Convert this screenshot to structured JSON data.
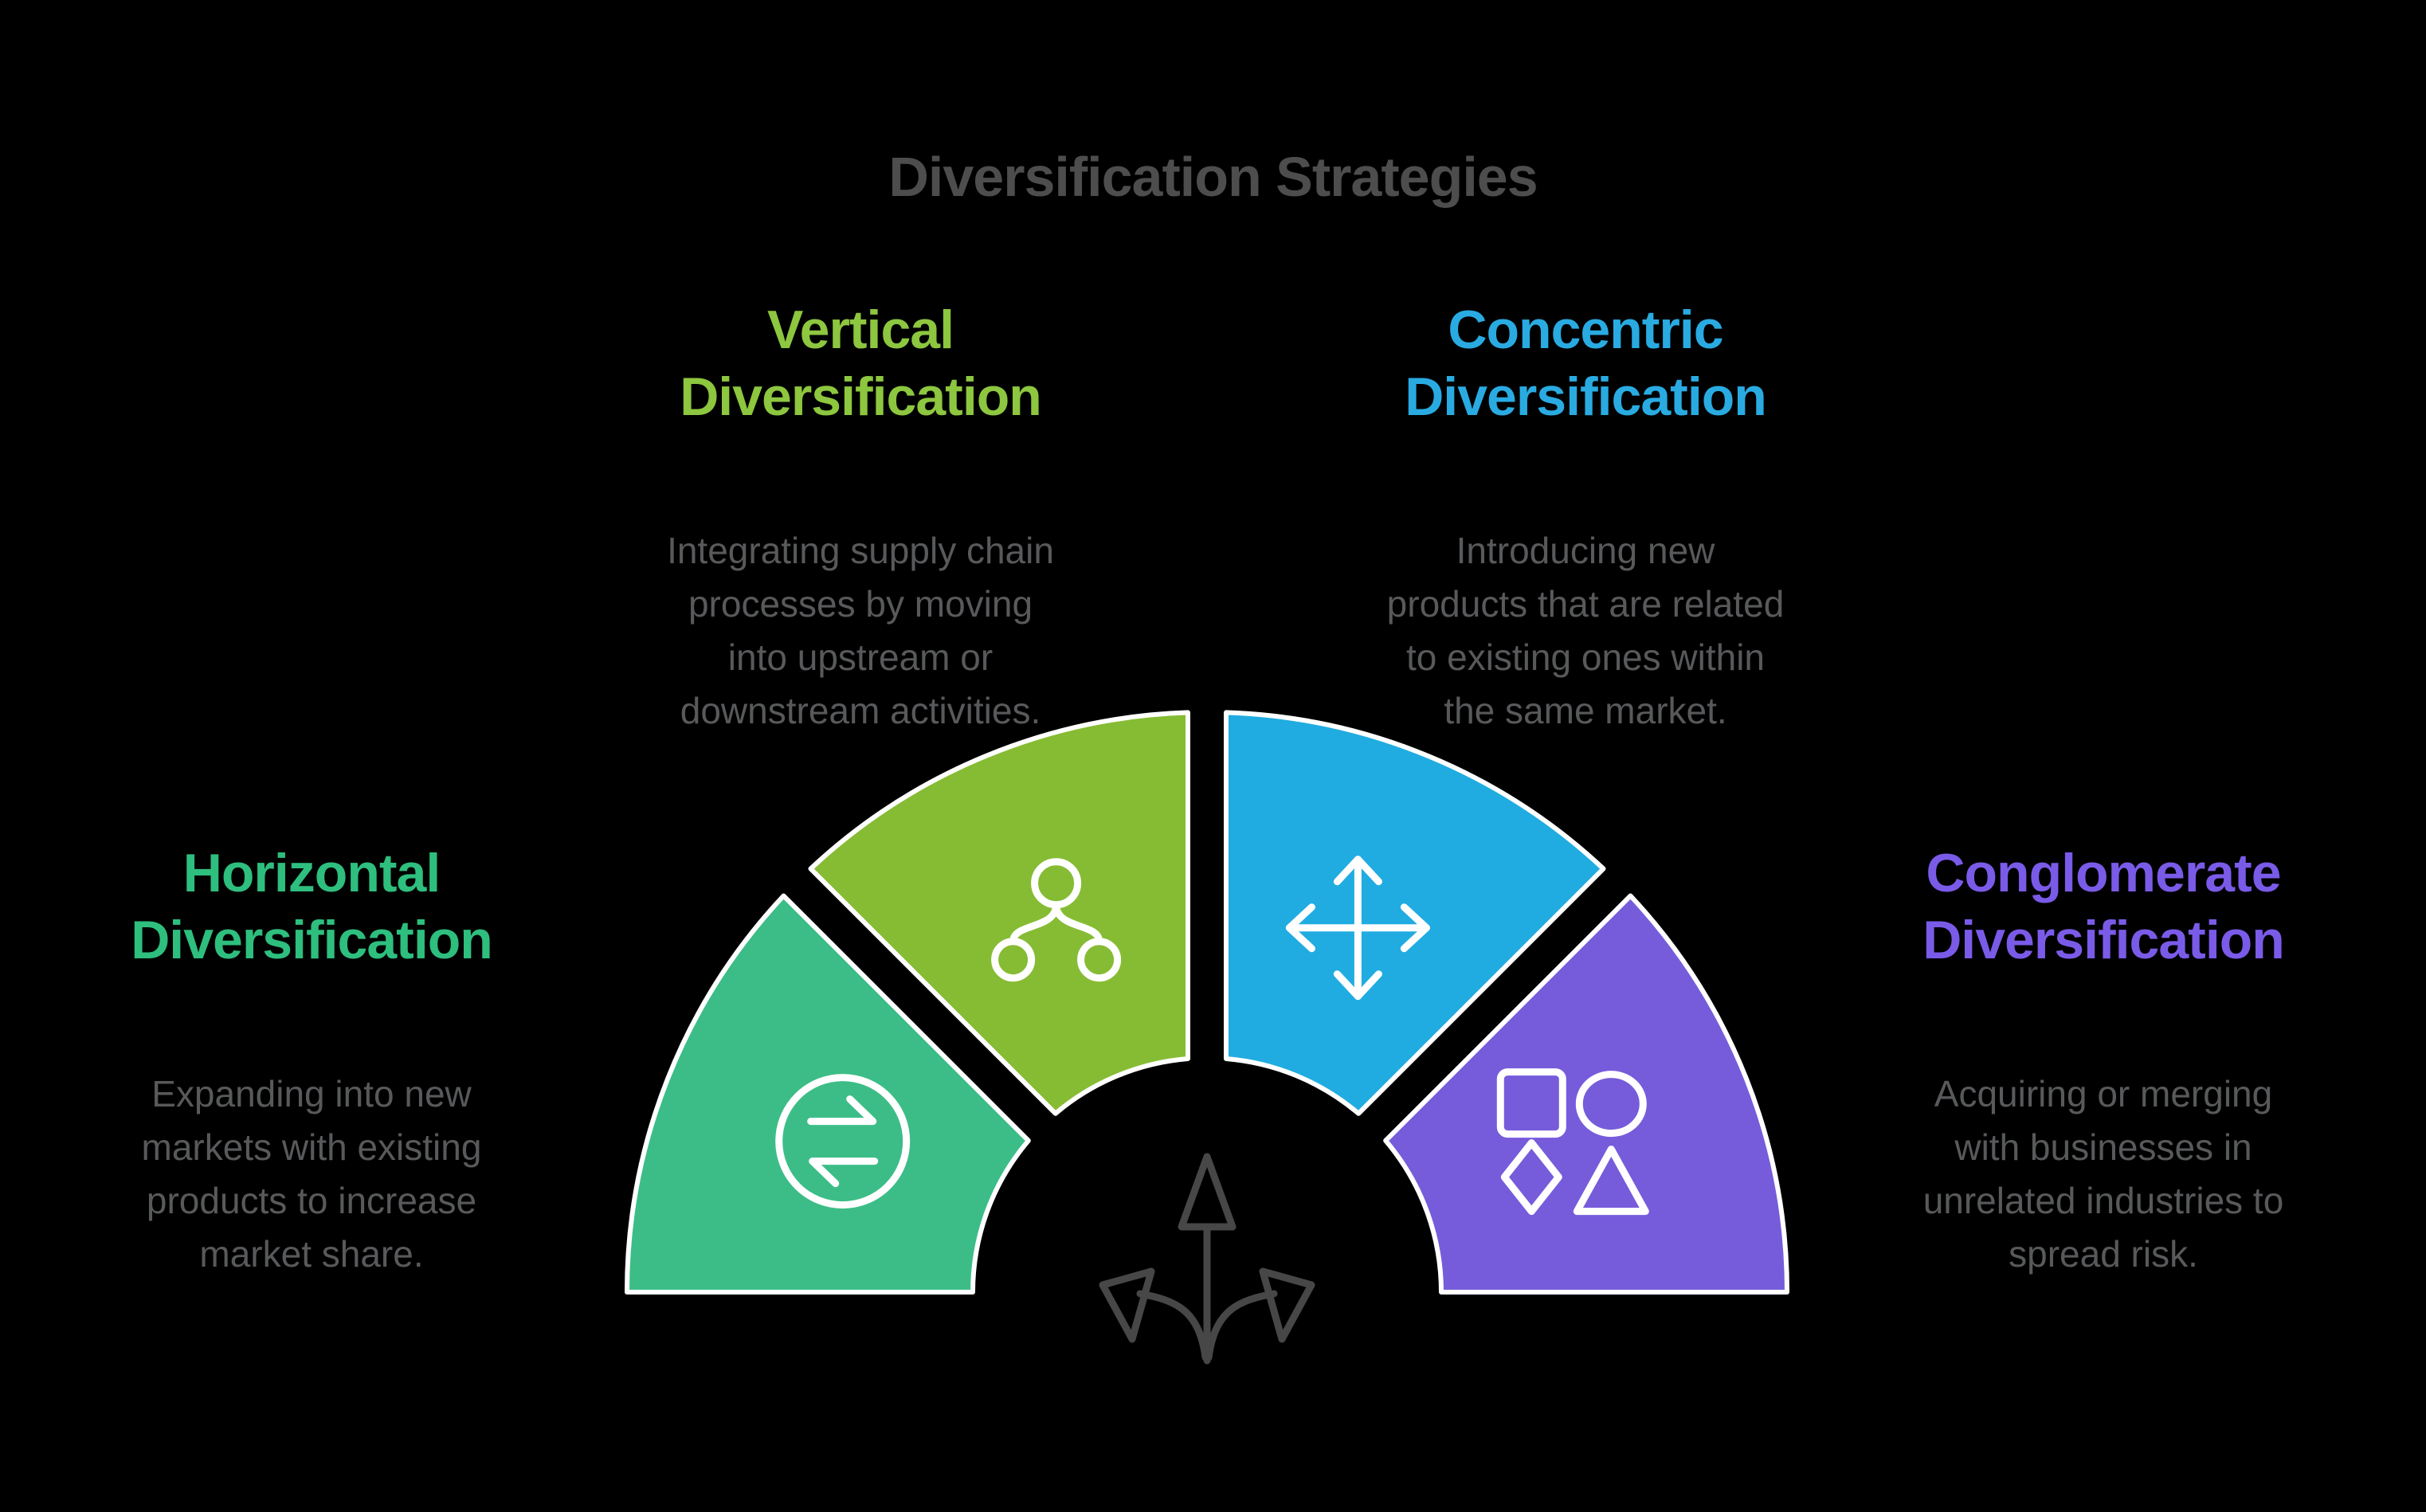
{
  "title": {
    "text": "Diversification Strategies",
    "color": "#4D4D4D"
  },
  "background_color": "#000000",
  "text": {
    "description_color": "#58595B"
  },
  "strategies": [
    {
      "id": "vertical",
      "heading_lines": [
        "Vertical",
        "Diversification"
      ],
      "heading_color": "#8DC63F",
      "description_lines": [
        "Integrating supply chain",
        "processes by moving",
        "into upstream or",
        "downstream activities."
      ],
      "segment_color": "#86BC34",
      "icon": "hierarchy-icon",
      "start_angle": 135,
      "end_angle": 90
    },
    {
      "id": "concentric",
      "heading_lines": [
        "Concentric",
        "Diversification"
      ],
      "heading_color": "#29ABE2",
      "description_lines": [
        "Introducing new",
        "products that are related",
        "to existing ones within",
        "the same market."
      ],
      "segment_color": "#20ACE0",
      "icon": "move-icon",
      "start_angle": 90,
      "end_angle": 45
    },
    {
      "id": "horizontal",
      "heading_lines": [
        "Horizontal",
        "Diversification"
      ],
      "heading_color": "#2EBE7E",
      "description_lines": [
        "Expanding into new",
        "markets with existing",
        "products to increase",
        "market share."
      ],
      "segment_color": "#3CBD87",
      "icon": "exchange-icon",
      "start_angle": 180,
      "end_angle": 135
    },
    {
      "id": "conglomerate",
      "heading_lines": [
        "Conglomerate",
        "Diversification"
      ],
      "heading_color": "#7A5BE8",
      "description_lines": [
        "Acquiring or merging",
        "with businesses in",
        "unrelated industries to",
        "spread risk."
      ],
      "segment_color": "#765CDB",
      "icon": "shapes-icon",
      "start_angle": 45,
      "end_angle": 0
    }
  ],
  "diagram": {
    "segment_outline_color": "#FFFFFF",
    "icon_stroke_color": "#FFFFFF",
    "center_icon": "branch-arrow-icon",
    "center_icon_color": "#474747"
  }
}
